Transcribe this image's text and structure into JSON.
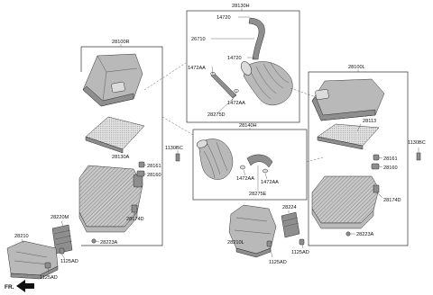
{
  "labels": {
    "p28130H": "28130H",
    "p14720_1": "14720",
    "p26710": "26710",
    "p14720_2": "14720",
    "p1472AA_1": "1472AA",
    "p1472AA_2": "1472AA",
    "p28275D": "28275D",
    "p28100R": "28100R",
    "p28100L": "28100L",
    "p28113": "28113",
    "p28130A": "28130A",
    "p1130BC_1": "1130BC",
    "p1130BC_2": "1130BC",
    "p28161_1": "28161",
    "p28160_1": "28160",
    "p28161_2": "28161",
    "p28160_2": "28160",
    "p28140H": "28140H",
    "p1472AA_3": "1472AA",
    "p1472AA_4": "1472AA",
    "p28275E": "28275E",
    "p28174D_1": "28174D",
    "p28174D_2": "28174D",
    "p28220M": "28220M",
    "p28223A_1": "28223A",
    "p28223A_2": "28223A",
    "p28224": "28224",
    "p28210": "28210",
    "p28210L": "28210L",
    "p1125AD_1": "1125AD",
    "p1125AD_2": "1125AD",
    "p1125AD_3": "1125AD",
    "p1125AD_4": "1125AD",
    "fr": "FR."
  }
}
